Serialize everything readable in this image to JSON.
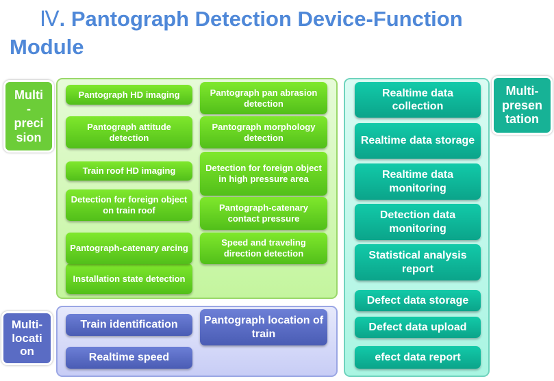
{
  "title": {
    "numeral": "Ⅳ",
    "line1": ". Pantograph Detection Device-Function",
    "line2": "Module"
  },
  "precision": {
    "label": "Multi\n-\npreci\nsion",
    "items": [
      "Pantograph HD imaging",
      "Pantograph attitude detection",
      "Train roof HD imaging",
      "Detection for foreign object on train roof",
      "Pantograph-catenary arcing",
      "Installation state detection",
      "Pantograph pan abrasion detection",
      "Pantograph morphology detection",
      "Detection for foreign object in high pressure area",
      "Pantograph-catenary contact pressure",
      "Speed and traveling direction detection"
    ]
  },
  "location": {
    "label": "Multi-\nlocati\non",
    "items": [
      "Train identification",
      "Realtime speed",
      "Pantograph location of train"
    ]
  },
  "presentation": {
    "label": "Multi-\npresen\ntation",
    "items": [
      "Realtime data collection",
      "Realtime data storage",
      "Realtime data monitoring",
      "Detection data monitoring",
      "Statistical analysis report",
      "Defect data storage",
      "Defect data upload",
      "efect data report"
    ]
  },
  "colors": {
    "green": "#66d022",
    "blue": "#5a6cc4",
    "teal": "#0fb89a",
    "title": "#4f88d8"
  }
}
